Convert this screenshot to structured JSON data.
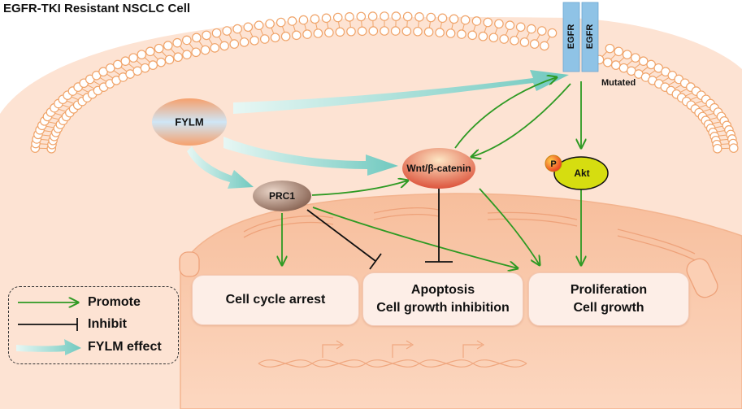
{
  "title": "EGFR-TKI Resistant NSCLC Cell",
  "nodes": {
    "fylm": "FYLM",
    "prc1": "PRC1",
    "wnt": "Wnt/β-catenin",
    "egfr_left": "EGFR",
    "egfr_right": "EGFR",
    "mutated": "Mutated",
    "akt": "Akt",
    "phospho": "P"
  },
  "outcomes": {
    "cell_cycle": "Cell cycle arrest",
    "apoptosis_line1": "Apoptosis",
    "apoptosis_line2": "Cell growth inhibition",
    "proliferation_line1": "Proliferation",
    "proliferation_line2": "Cell growth"
  },
  "legend": {
    "promote": "Promote",
    "inhibit": "Inhibit",
    "fylm_effect": "FYLM effect"
  },
  "colors": {
    "cytoplasm": "#fde3d3",
    "nucleus": "#fbcfb4",
    "membrane": "#f0a46a",
    "promote_arrow": "#2e9a23",
    "inhibit_line": "#111111",
    "fylm_effect": "#8fd4cc",
    "egfr": "#8fc3e6",
    "akt": "#d6dd10",
    "phospho": "#e8231a"
  }
}
